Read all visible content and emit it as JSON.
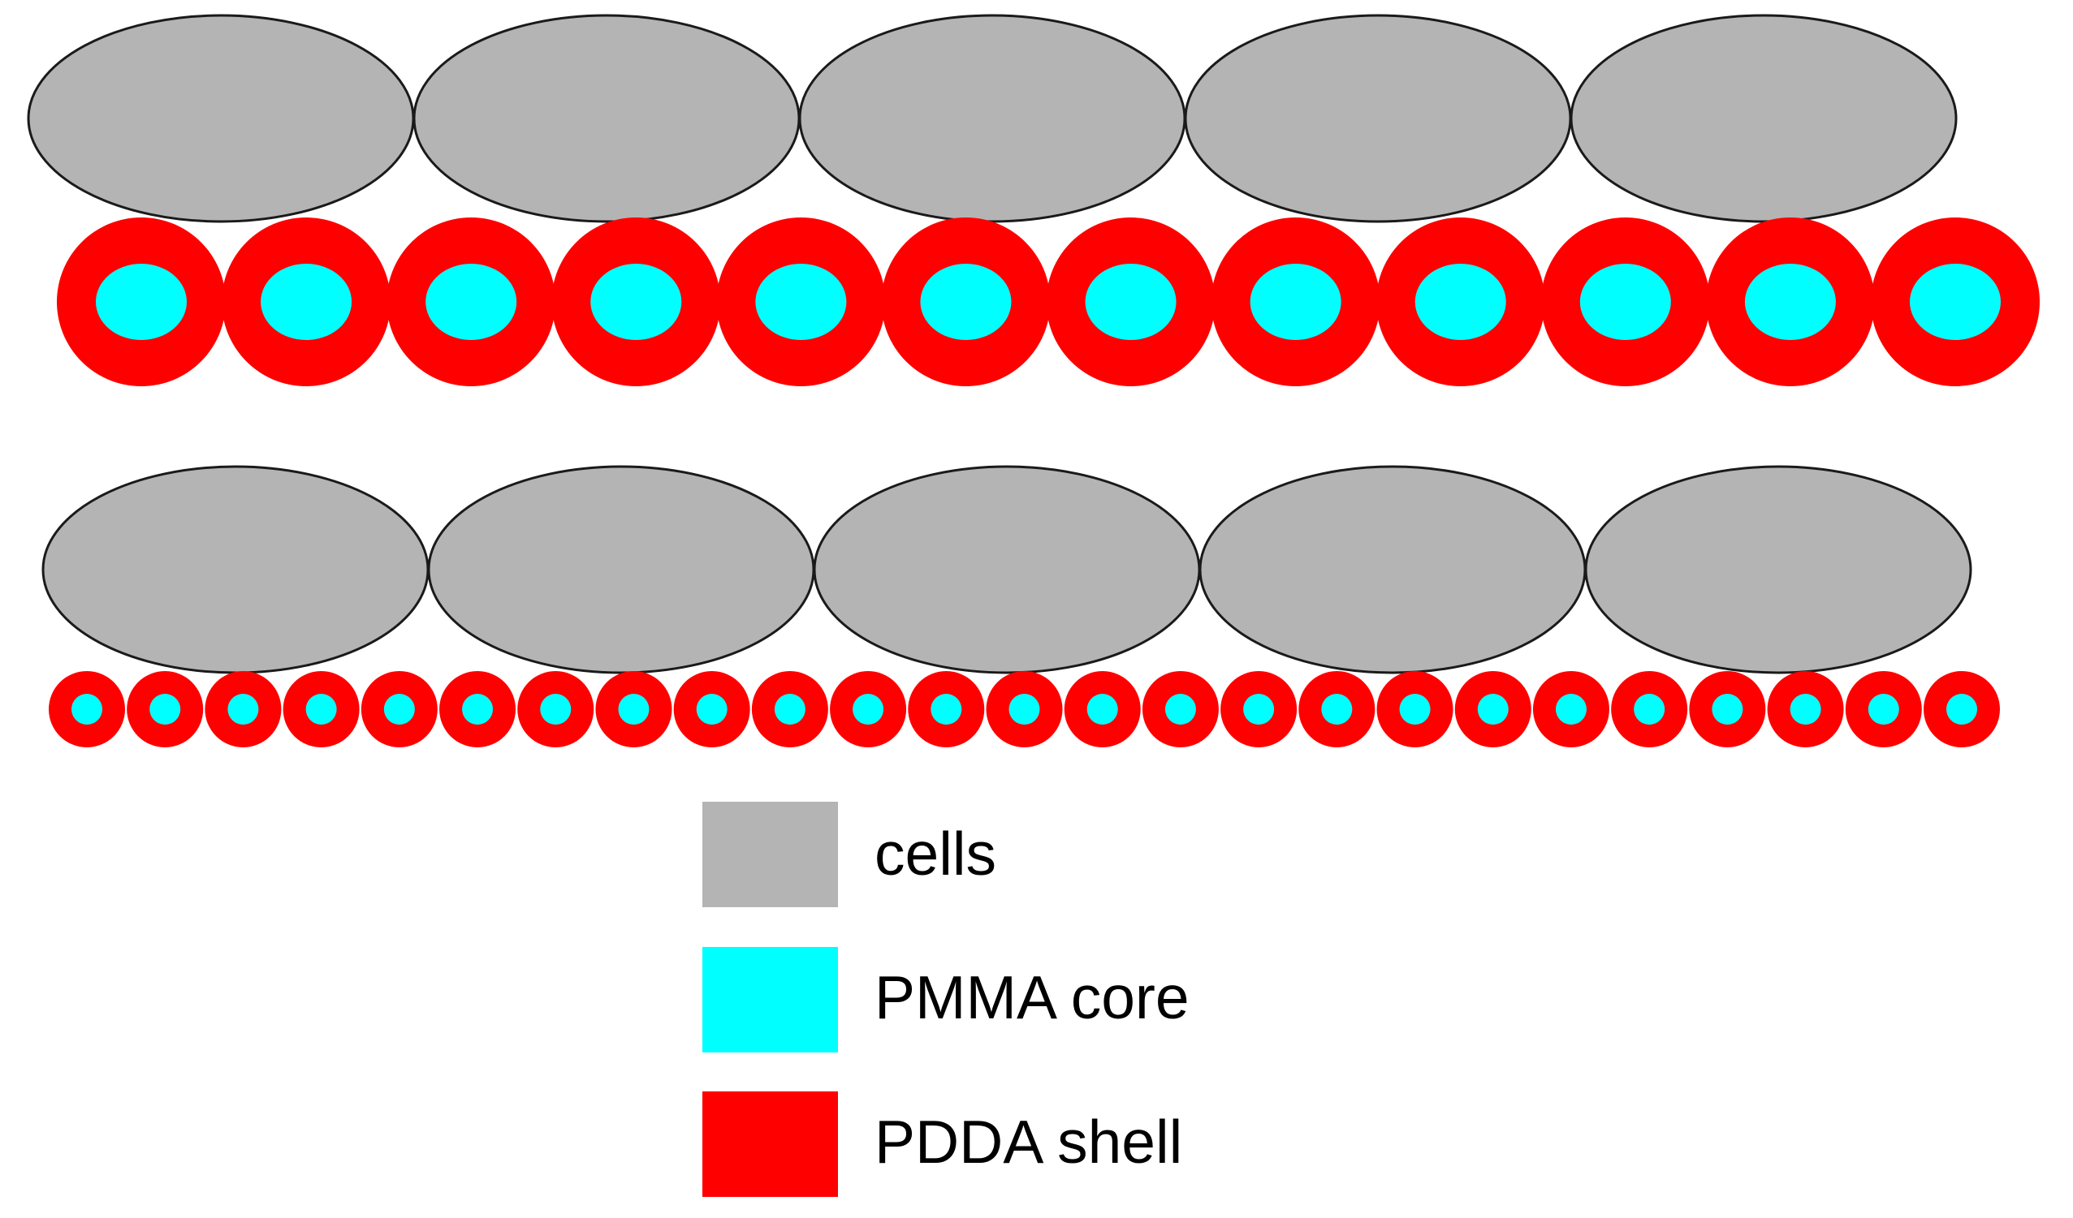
{
  "colors": {
    "cell_fill": "#B4B4B4",
    "cell_stroke": "#1A1A1A",
    "core": "#00FFFF",
    "shell": "#FF0000"
  },
  "rows": [
    {
      "cell_count": 5,
      "particle_count": 12,
      "particle_size": "large"
    },
    {
      "cell_count": 5,
      "particle_count": 25,
      "particle_size": "small"
    }
  ],
  "legend": [
    {
      "label": "cells",
      "swatch": "cell_fill"
    },
    {
      "label": "PMMA core",
      "swatch": "core"
    },
    {
      "label": "PDDA shell",
      "swatch": "shell"
    }
  ]
}
